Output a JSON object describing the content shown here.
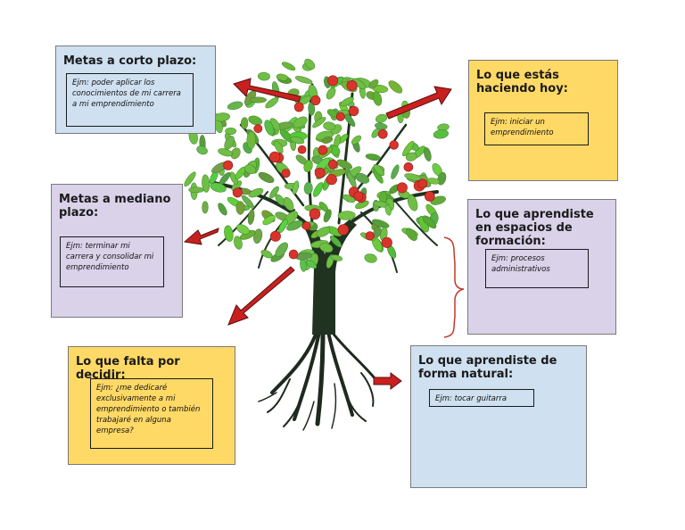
{
  "cards": [
    {
      "title": "Metas a corto plazo:",
      "example": "Ejm: poder aplicar los conocimientos de mi carrera a mi emprendimiento",
      "color": "#cfe0f1"
    },
    {
      "title": "Lo que estás haciendo hoy:",
      "example": "Ejm: iniciar un emprendimiento",
      "color": "#ffd966"
    },
    {
      "title": "Metas a mediano plazo:",
      "example": "Ejm: terminar mi carrera y consolidar mi emprendimiento",
      "color": "#d9d2e9"
    },
    {
      "title": "Lo que aprendiste en espacios de formación:",
      "example": "Ejm: procesos administrativos",
      "color": "#d9d2e9"
    },
    {
      "title": "Lo que falta por decidir:",
      "example": "Ejm: ¿me dedicaré exclusivamente a mi emprendimiento o también trabajaré en alguna empresa?",
      "color": "#ffd966"
    },
    {
      "title": "Lo que aprendiste de forma natural:",
      "example": "Ejm: tocar guitarra",
      "color": "#cfe0f1"
    }
  ],
  "colors": {
    "arrow": "#c9201f",
    "leaf": "#6fbf45",
    "apple": "#d9342b",
    "trunk": "#1f3320",
    "bracket": "#c0392b"
  },
  "icons": {
    "tree": "apple-tree-illustration",
    "arrows": "red-arrow-icon"
  }
}
